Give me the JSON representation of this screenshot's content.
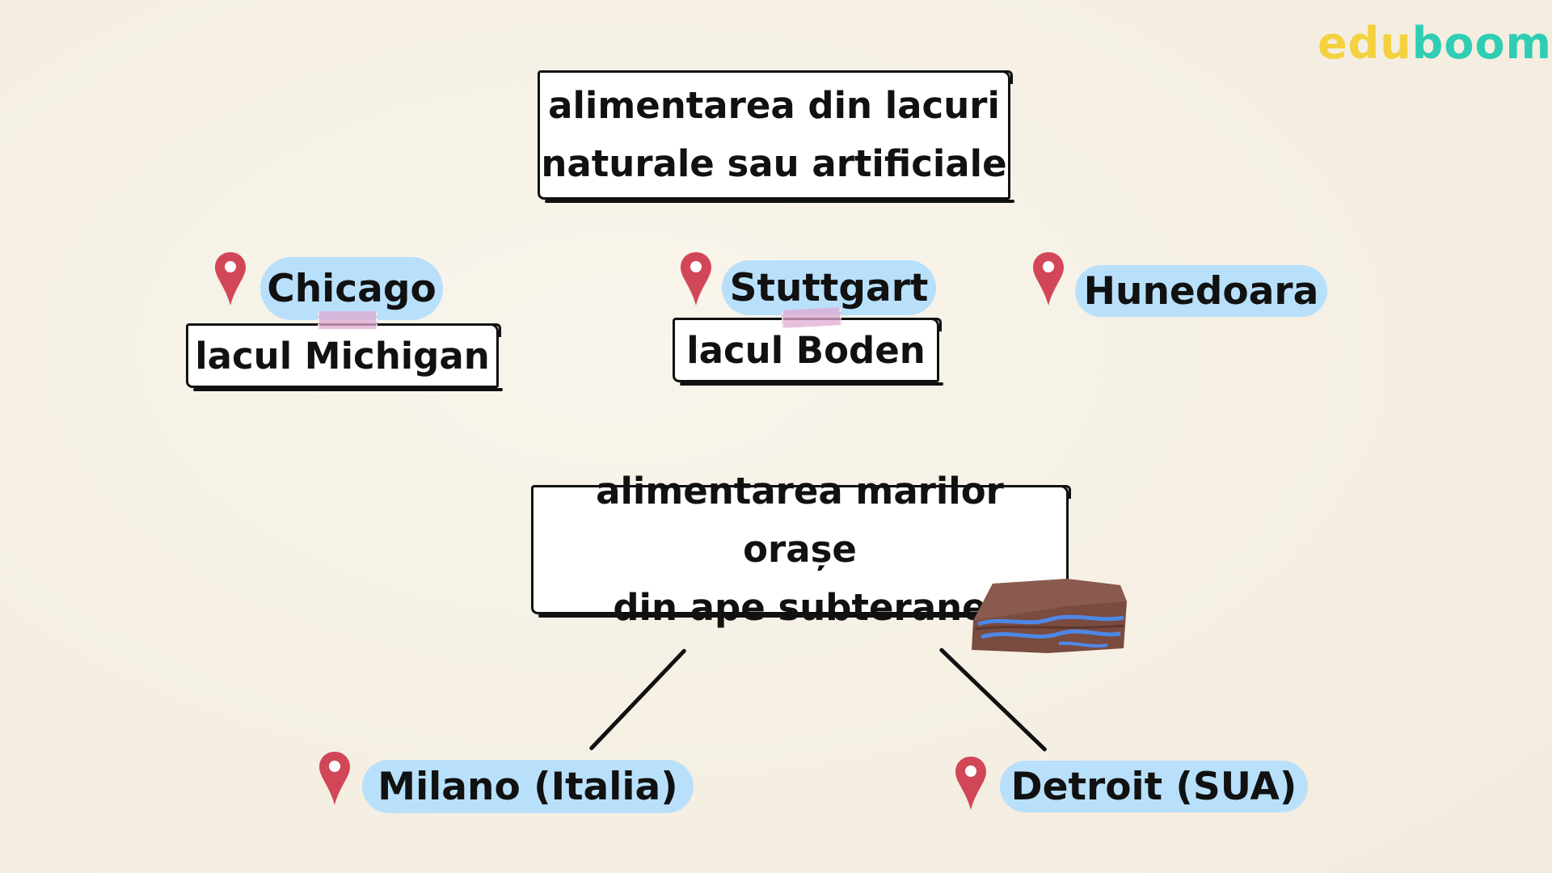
{
  "logo": {
    "part1": "edu",
    "part2": "boom",
    "colors": {
      "edu": "#f4d13f",
      "boom": "#2fcdb4"
    }
  },
  "top_box": {
    "line1": "alimentarea din lacuri",
    "line2": "naturale sau artificiale"
  },
  "cities_lakes": [
    {
      "city": "Chicago",
      "lake": "lacul Michigan"
    },
    {
      "city": "Stuttgart",
      "lake": "lacul Boden"
    },
    {
      "city": "Hunedoara"
    }
  ],
  "bottom_box": {
    "line1": "alimentarea marilor orașe",
    "line2": "din ape subterane"
  },
  "groundwater_cities": [
    {
      "city": "Milano (Italia)"
    },
    {
      "city": "Detroit (SUA)"
    }
  ],
  "icons": {
    "pin": "map-pin-icon",
    "rock": "rock-layers-icon"
  },
  "colors": {
    "pill": "#b8e0fb",
    "pin": "#d24757",
    "background": "#f7f2e7",
    "tape": "#e0aad2"
  }
}
